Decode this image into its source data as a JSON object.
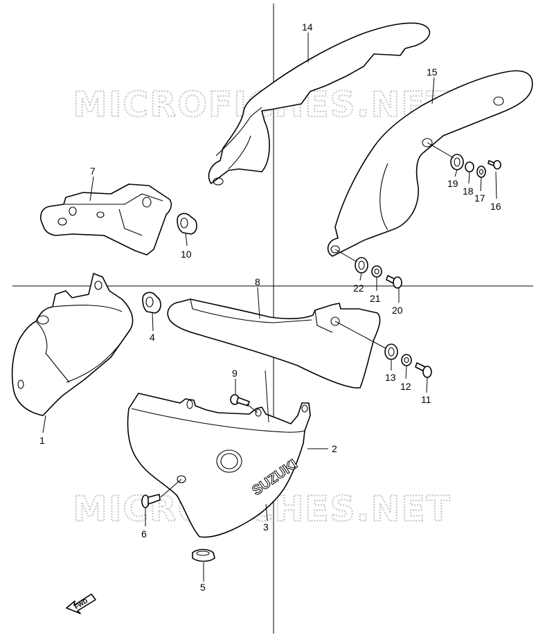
{
  "watermark": "MICROFICHES.NET",
  "brand_logo": "SUZUKI",
  "direction_arrow": "FWD",
  "callouts": [
    "1",
    "2",
    "3",
    "4",
    "5",
    "6",
    "7",
    "8",
    "9",
    "10",
    "11",
    "12",
    "13",
    "14",
    "15",
    "16",
    "17",
    "18",
    "19",
    "20",
    "21",
    "22"
  ]
}
